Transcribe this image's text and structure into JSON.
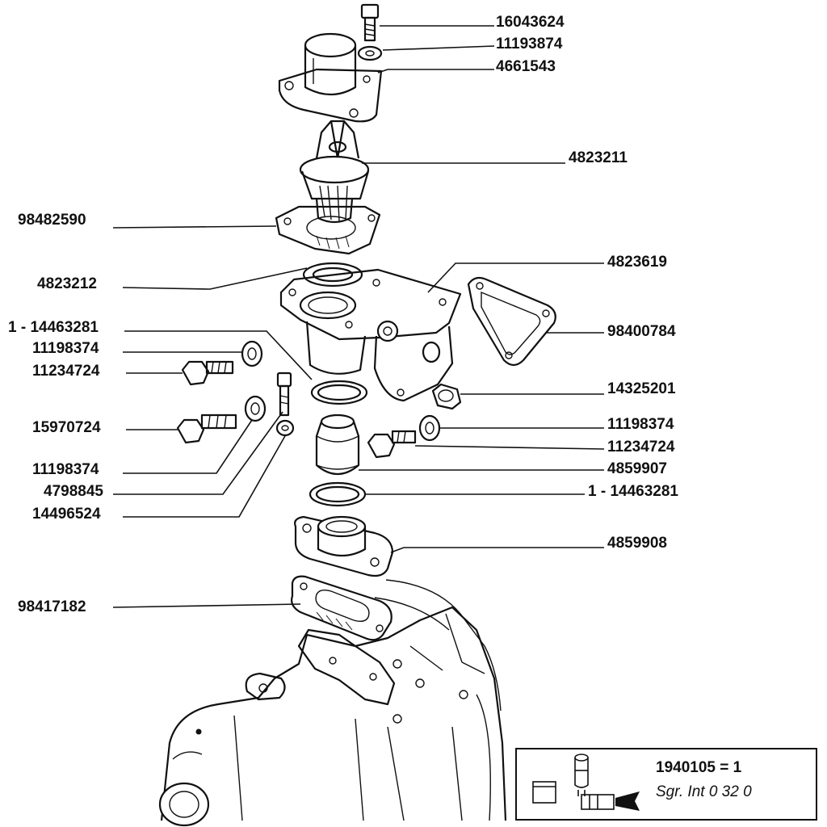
{
  "labels": {
    "p16043624": "16043624",
    "p11193874": "11193874",
    "p4661543": "4661543",
    "p4823211": "4823211",
    "p98482590": "98482590",
    "p4823619": "4823619",
    "p4823212": "4823212",
    "p98400784": "98400784",
    "p1_14463281_left": "1 - 14463281",
    "p11198374_a": "11198374",
    "p11234724_a": "11234724",
    "p14325201": "14325201",
    "p15970724": "15970724",
    "p11198374_b": "11198374",
    "p11234724_b": "11234724",
    "p11198374_c": "11198374",
    "p4859907": "4859907",
    "p4798845": "4798845",
    "p1_14463281_right": "1 - 14463281",
    "p14496524": "14496524",
    "p4859908": "4859908",
    "p98417182": "98417182"
  },
  "info_box": {
    "code": "1940105 = 1",
    "ref": "Sgr. Int  0 32 0"
  }
}
